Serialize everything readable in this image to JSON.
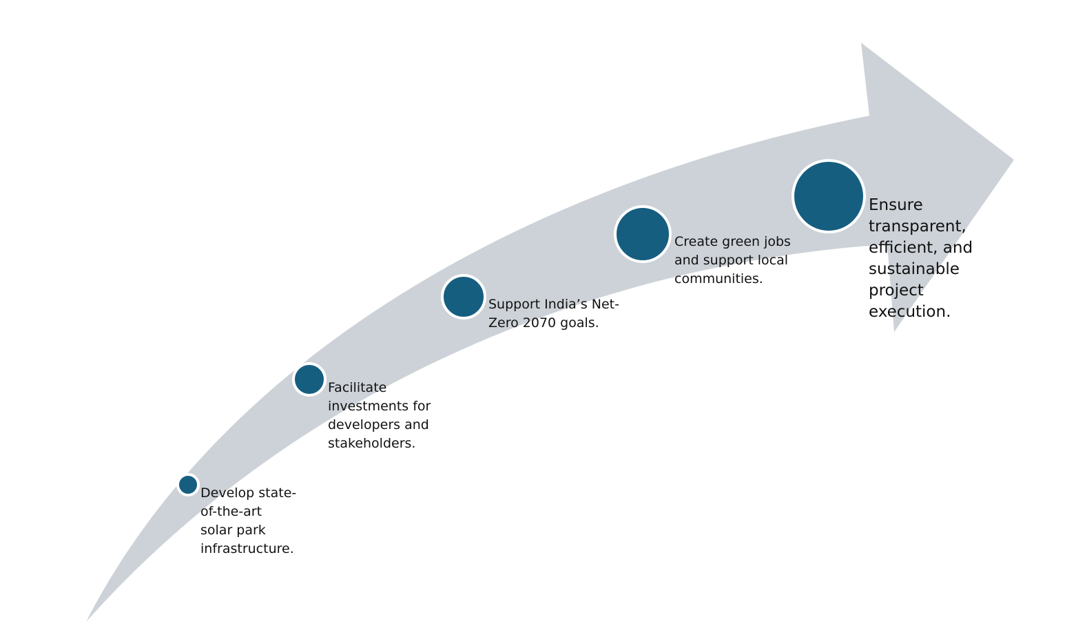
{
  "colors": {
    "arrow": "#cdd2d8",
    "milestone": "#165e80",
    "ring": "#ffffff"
  },
  "milestones": [
    {
      "text": "Develop state-\nof-the-art\nsolar park\ninfrastructure."
    },
    {
      "text": "Facilitate\ninvestments for\ndevelopers and\nstakeholders."
    },
    {
      "text": "Support India’s Net-\nZero 2070 goals."
    },
    {
      "text": "Create green jobs\nand support local\ncommunities."
    },
    {
      "text": "Ensure\ntransparent,\nefficient, and\nsustainable\nproject\nexecution."
    }
  ]
}
